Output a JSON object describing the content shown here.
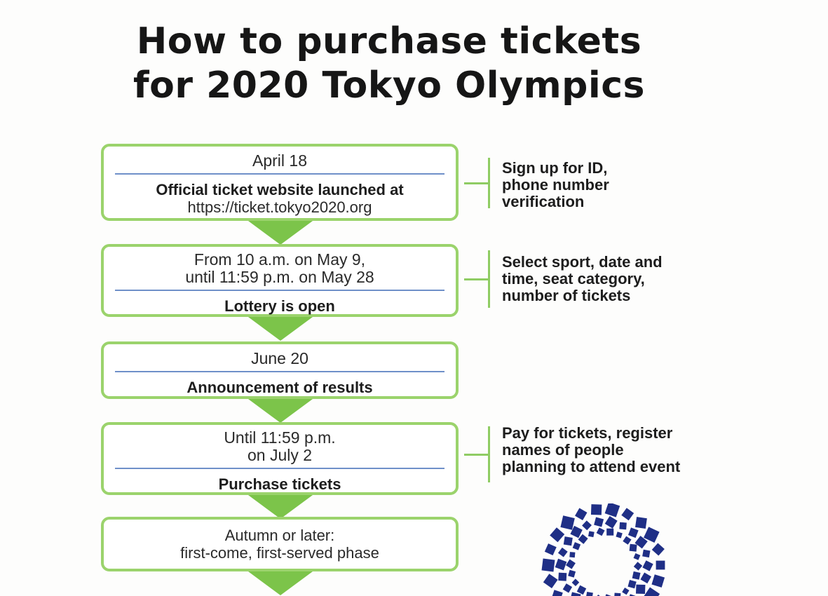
{
  "title_line1": "How to purchase tickets",
  "title_line2": "for 2020 Tokyo Olympics",
  "steps": [
    {
      "date": "April 18",
      "event": "Official ticket website launched at",
      "sub": "https://ticket.tokyo2020.org"
    },
    {
      "date_line1": "From 10 a.m. on May 9,",
      "date_line2": "until 11:59 p.m. on May 28",
      "event": "Lottery is open"
    },
    {
      "date": "June 20",
      "event": "Announcement of results"
    },
    {
      "date_line1": "Until 11:59 p.m.",
      "date_line2": "on July 2",
      "event": "Purchase tickets"
    },
    {
      "line1": "Autumn or later:",
      "line2": "first-come, first-served phase"
    }
  ],
  "notes": [
    {
      "line1": "Sign up for ID,",
      "line2": "phone number",
      "line3": "verification"
    },
    {
      "line1": "Select sport, date and",
      "line2": "time, seat category,",
      "line3": "number of tickets"
    },
    {
      "line1": "Pay for tickets, register",
      "line2": "names of people",
      "line3": "planning to attend event"
    }
  ],
  "colors": {
    "box_border": "#9bd36c",
    "arrow": "#7cc44a",
    "rule": "#6f90c9",
    "emblem": "#1f2f86"
  },
  "emblem_icon": "tokyo-2020-checkered-ring-emblem"
}
